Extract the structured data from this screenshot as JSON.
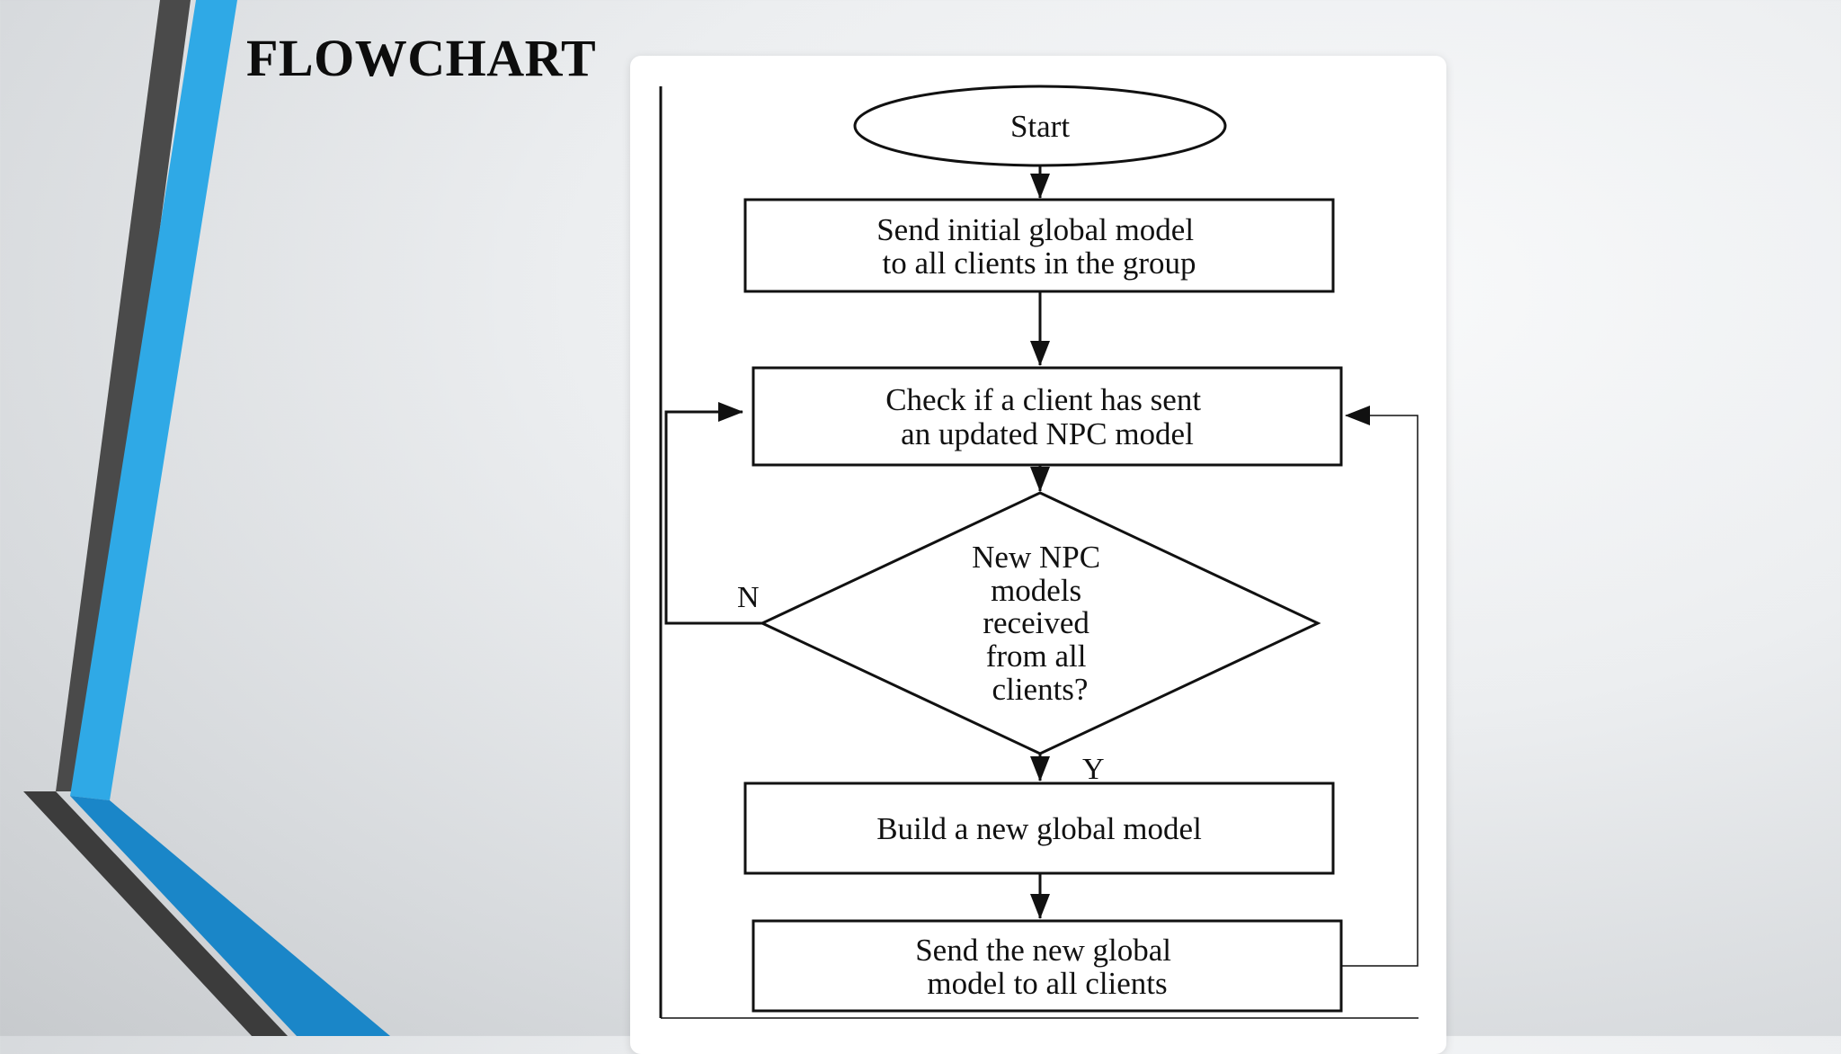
{
  "slide": {
    "title": "FLOWCHART"
  },
  "flowchart": {
    "start_label": "Start",
    "steps": {
      "send_initial": [
        "Send initial global model",
        "to all clients in the group"
      ],
      "check_client": [
        "Check if a client has sent",
        "an updated NPC model"
      ],
      "decision": [
        "New NPC",
        "models",
        "received",
        "from all",
        "clients?"
      ],
      "build_model": [
        "Build a new global model"
      ],
      "send_new": [
        "Send the new global",
        "model to all clients"
      ]
    },
    "branch_labels": {
      "no": "N",
      "yes": "Y"
    }
  },
  "colors": {
    "accent_blue": "#2fa9e6",
    "dark_gray": "#4a4a4a",
    "deep_blue": "#1a86c8",
    "stroke": "#111111"
  }
}
